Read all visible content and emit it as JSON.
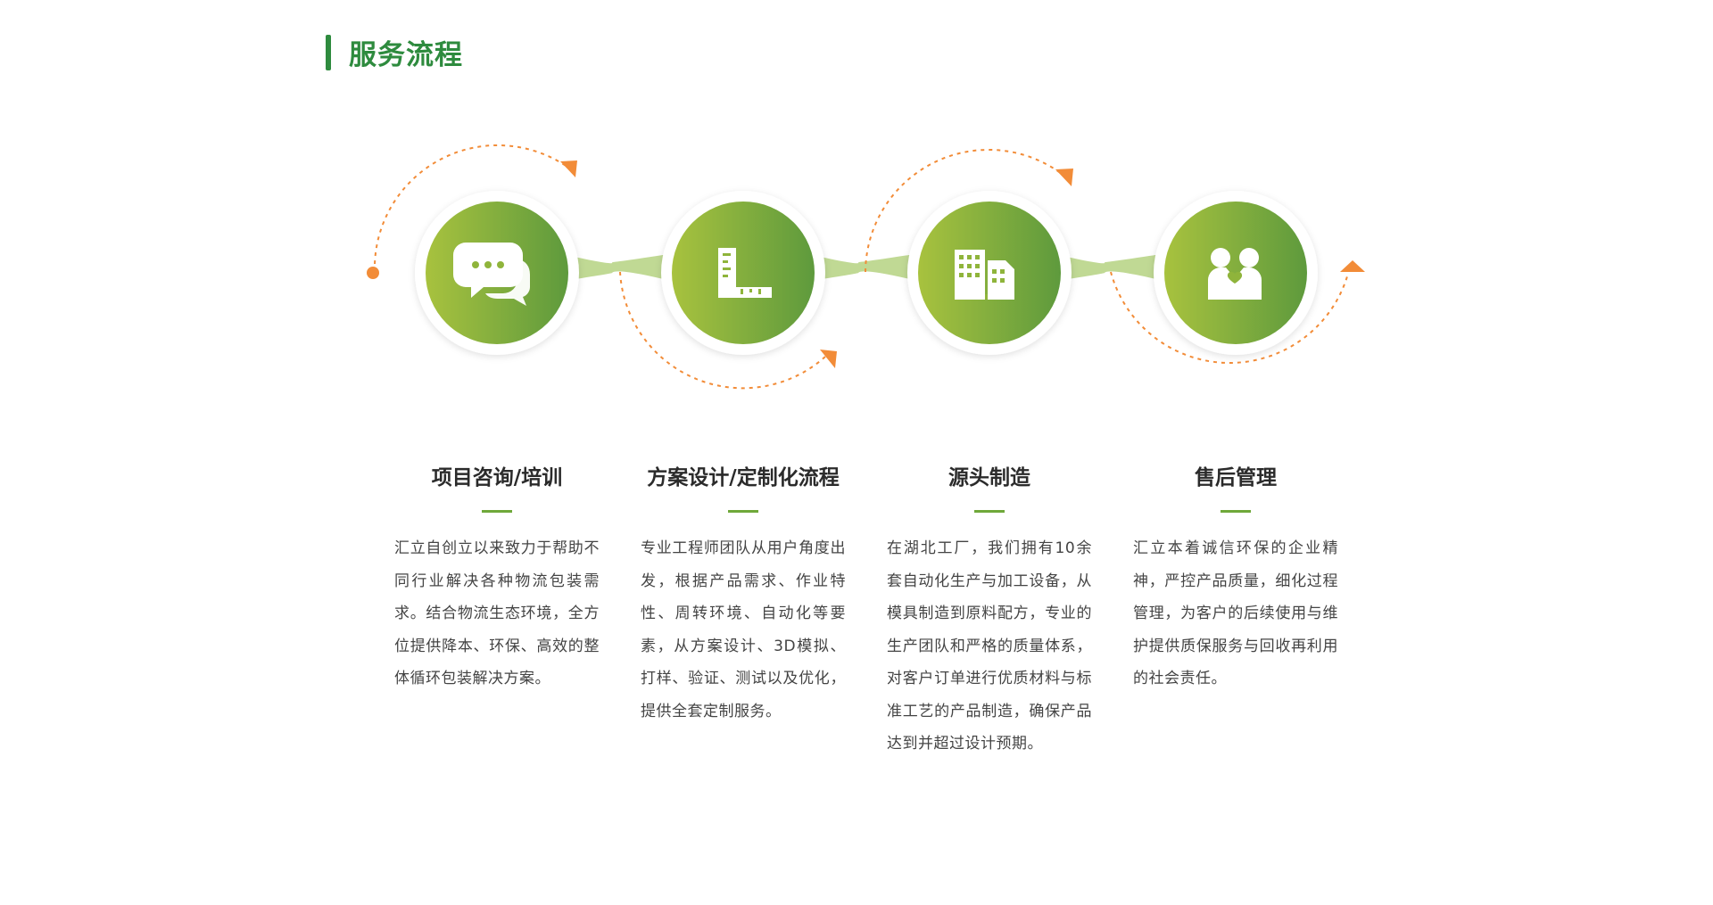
{
  "section": {
    "title": "服务流程"
  },
  "colors": {
    "brand_green": "#2e8b3e",
    "circle_gradient_start": "#a8c23e",
    "circle_gradient_end": "#5e9a3d",
    "connector": "#c0d994",
    "dashed_arrow": "#f28c38",
    "underline": "#6fa83a"
  },
  "steps": [
    {
      "icon": "chat-bubbles-icon",
      "title": "项目咨询/培训",
      "description": "汇立自创立以来致力于帮助不同行业解决各种物流包装需求。结合物流生态环境，全方位提供降本、环保、高效的整体循环包装解决方案。"
    },
    {
      "icon": "ruler-icon",
      "title": "方案设计/定制化流程",
      "description": "专业工程师团队从用户角度出发，根据产品需求、作业特性、周转环境、自动化等要素，从方案设计、3D模拟、打样、验证、测试以及优化，提供全套定制服务。"
    },
    {
      "icon": "factory-buildings-icon",
      "title": "源头制造",
      "description": "在湖北工厂，我们拥有10余套自动化生产与加工设备，从模具制造到原料配方，专业的生产团队和严格的质量体系，对客户订单进行优质材料与标准工艺的产品制造，确保产品达到并超过设计预期。"
    },
    {
      "icon": "people-heart-icon",
      "title": "售后管理",
      "description": "汇立本着诚信环保的企业精神，严控产品质量，细化过程管理，为客户的后续使用与维护提供质保服务与回收再利用的社会责任。"
    }
  ]
}
